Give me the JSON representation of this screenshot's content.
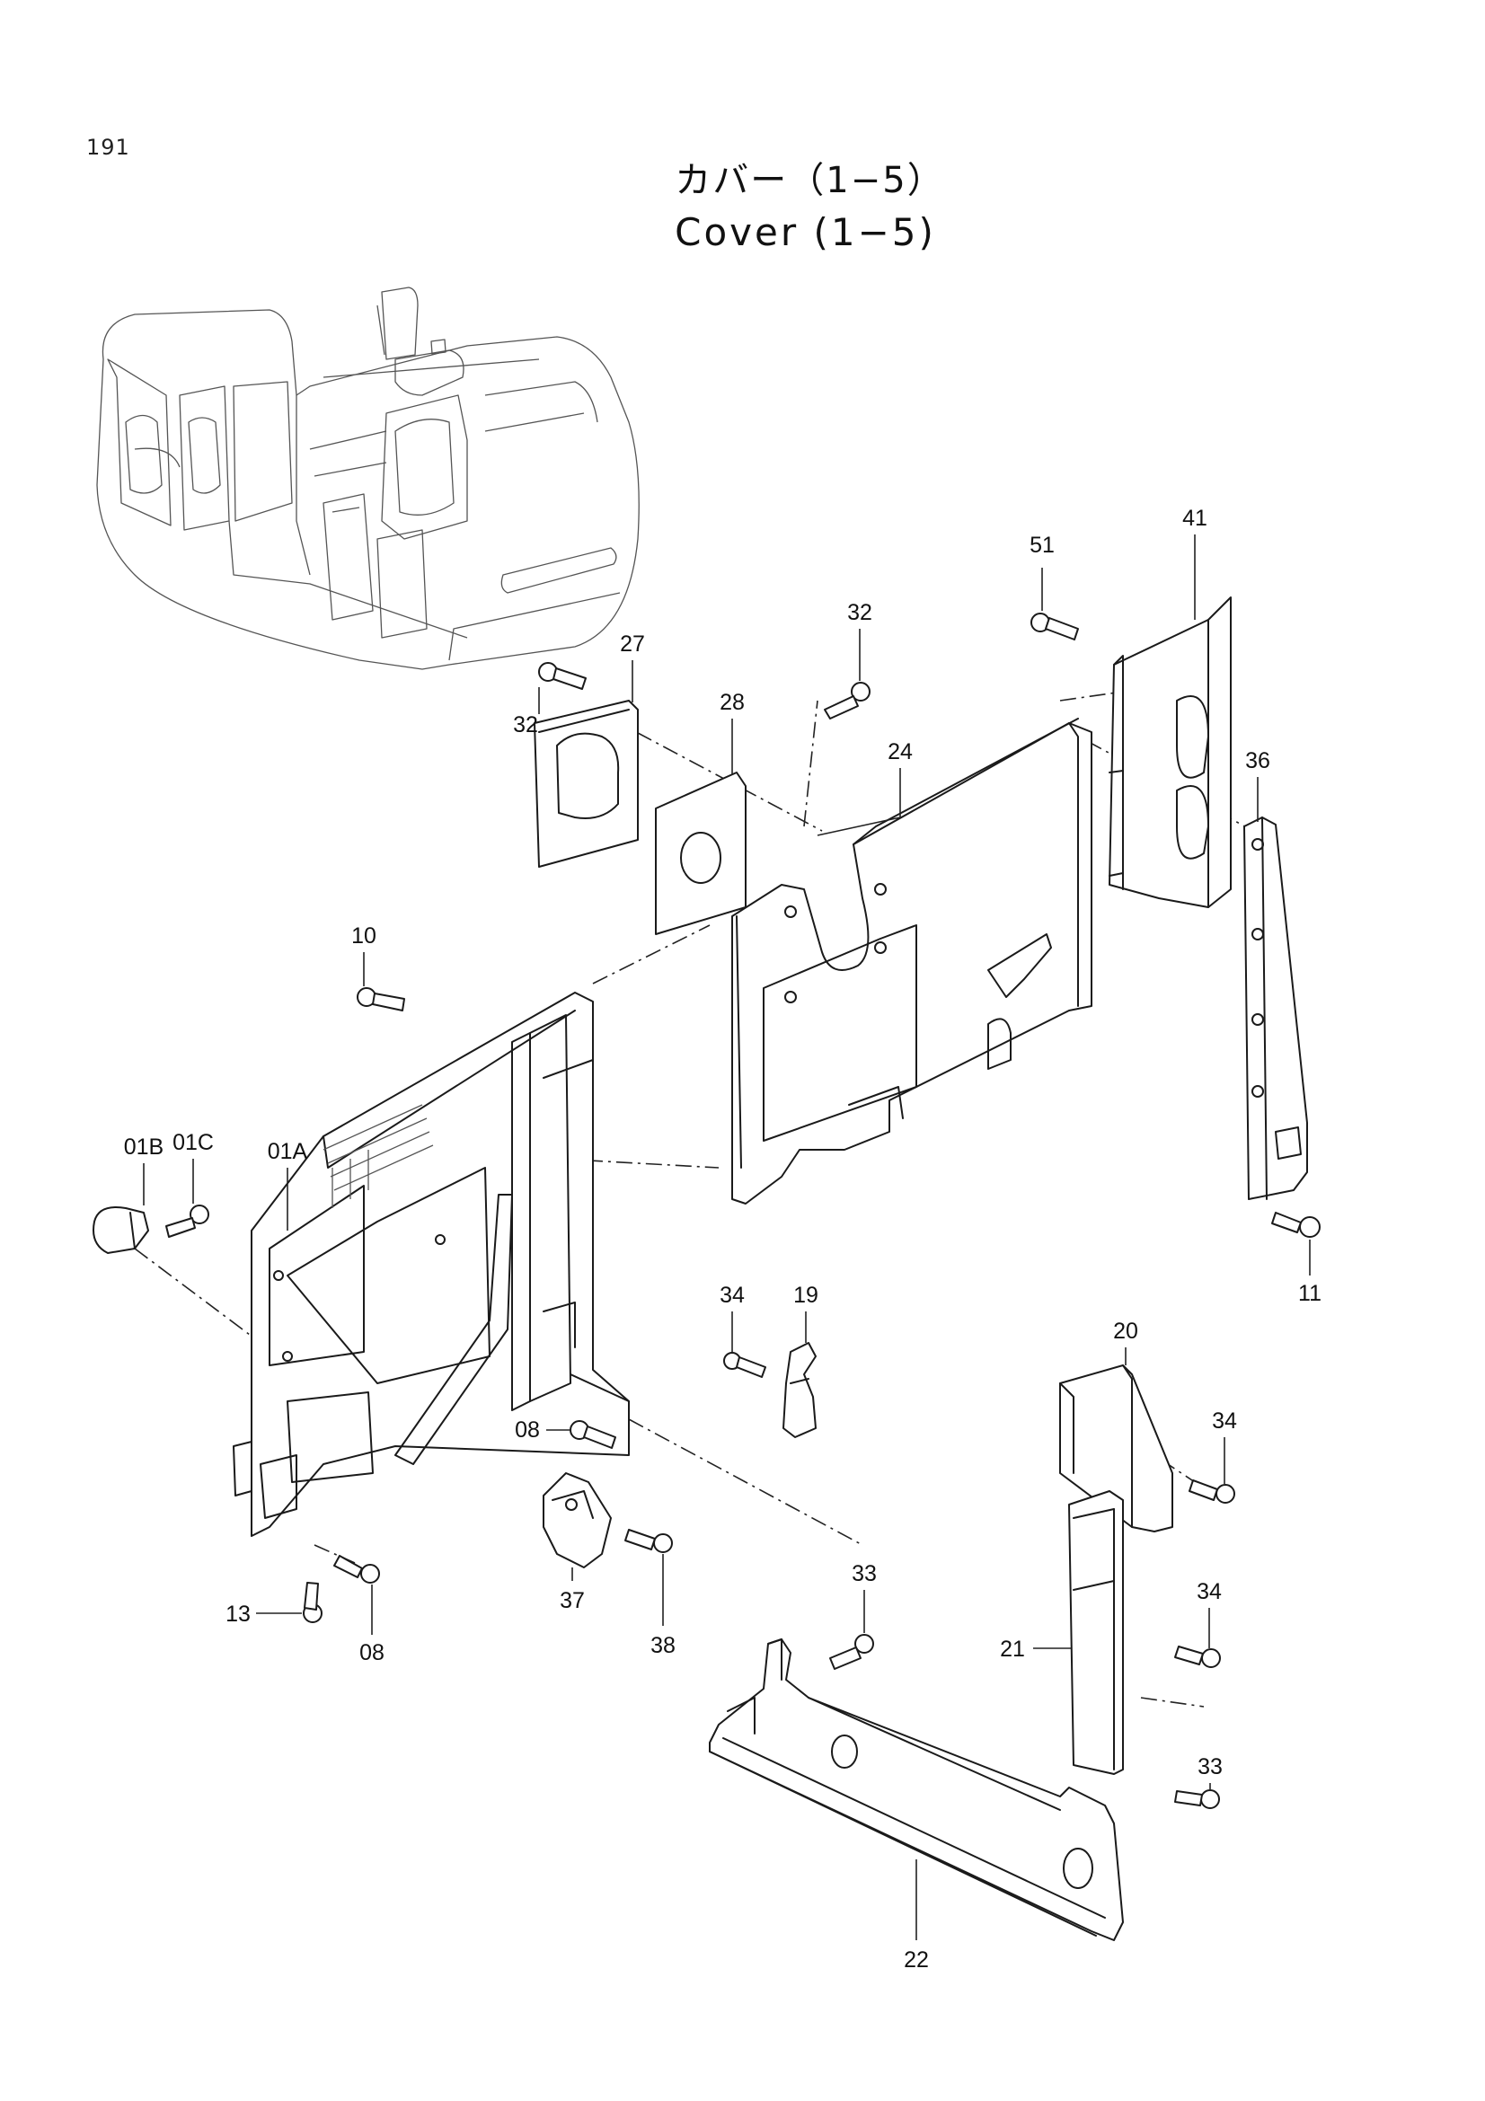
{
  "page_number": "191",
  "title": {
    "japanese": "カバー（1−5）",
    "english": "Cover (1−5)"
  },
  "callouts": {
    "p51": "51",
    "p41": "41",
    "p32a": "32",
    "p27": "27",
    "p32b": "32",
    "p28": "28",
    "p24": "24",
    "p36": "36",
    "p10": "10",
    "p01A": "01A",
    "p01C": "01C",
    "p01B": "01B",
    "p11": "11",
    "p34a": "34",
    "p19": "19",
    "p20": "20",
    "p34b": "34",
    "p08a": "08",
    "p37": "37",
    "p38": "38",
    "p13": "13",
    "p08b": "08",
    "p33a": "33",
    "p34c": "34",
    "p21": "21",
    "p33b": "33",
    "p22": "22"
  }
}
